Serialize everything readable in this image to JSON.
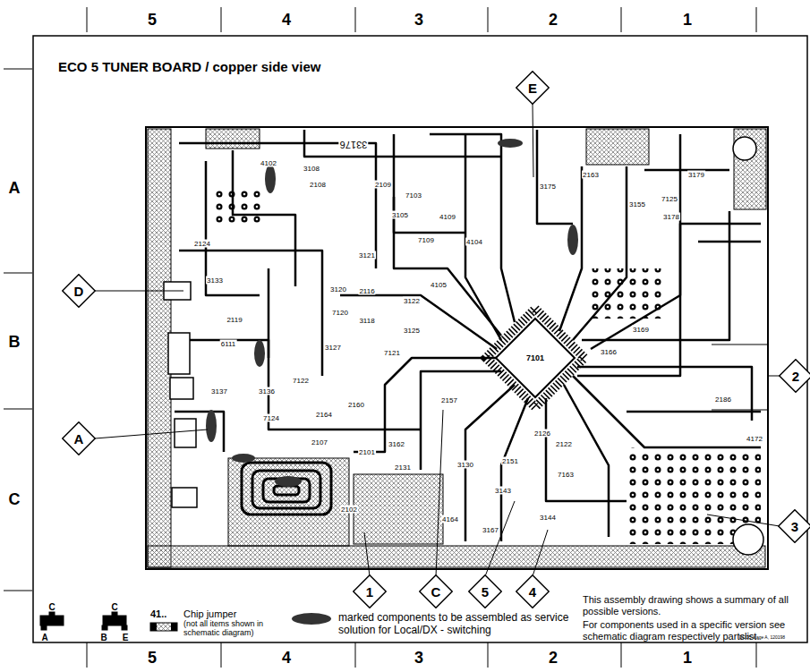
{
  "diagram": {
    "title": "ECO 5 TUNER BOARD / copper side view",
    "nodes": [
      {
        "text": [
          "E"
        ]
      },
      {
        "text": [
          "D"
        ]
      },
      {
        "text": [
          "A"
        ]
      },
      {
        "text": [
          "2"
        ]
      },
      {
        "text": [
          "3"
        ]
      },
      {
        "text": [
          "1"
        ]
      },
      {
        "text": [
          "C"
        ]
      },
      {
        "text": [
          "5"
        ]
      },
      {
        "text": [
          "4"
        ]
      }
    ],
    "labels": [
      "5",
      "4",
      "3",
      "2",
      "1",
      "5",
      "4",
      "3",
      "2",
      "1",
      "A",
      "B",
      "C",
      "33176",
      "7101",
      "4102",
      "3108",
      "2108",
      "7103",
      "2109",
      "3105",
      "4109",
      "7109",
      "3121",
      "3175",
      "2163",
      "3179",
      "3155",
      "7125",
      "3178",
      "4104",
      "2124",
      "3133",
      "3120",
      "2116",
      "3122",
      "7120",
      "3118",
      "3125",
      "4105",
      "2119",
      "6111",
      "3127",
      "7121",
      "3137",
      "3136",
      "7122",
      "7124",
      "2164",
      "2160",
      "2107",
      "2101",
      "3162",
      "2131",
      "2102",
      "4164",
      "3143",
      "3167",
      "3144",
      "2151",
      "7163",
      "2122",
      "2126",
      "3130",
      "2157",
      "3166",
      "3169",
      "2186",
      "4172",
      "C",
      "A",
      "C",
      "B",
      "E",
      "41..",
      "Chip jumper",
      "(not all items shown in schematic diagram)",
      "This assembly drawing shows a summary of all possible versions.",
      "For components used in a specific version see schematic diagram respectively partslist.",
      "ECO5 stage A, 120198"
    ],
    "legend": [
      {
        "text": "marked components to be assembled as service solution for Local/DX - switching",
        "color": "#333333"
      }
    ]
  }
}
